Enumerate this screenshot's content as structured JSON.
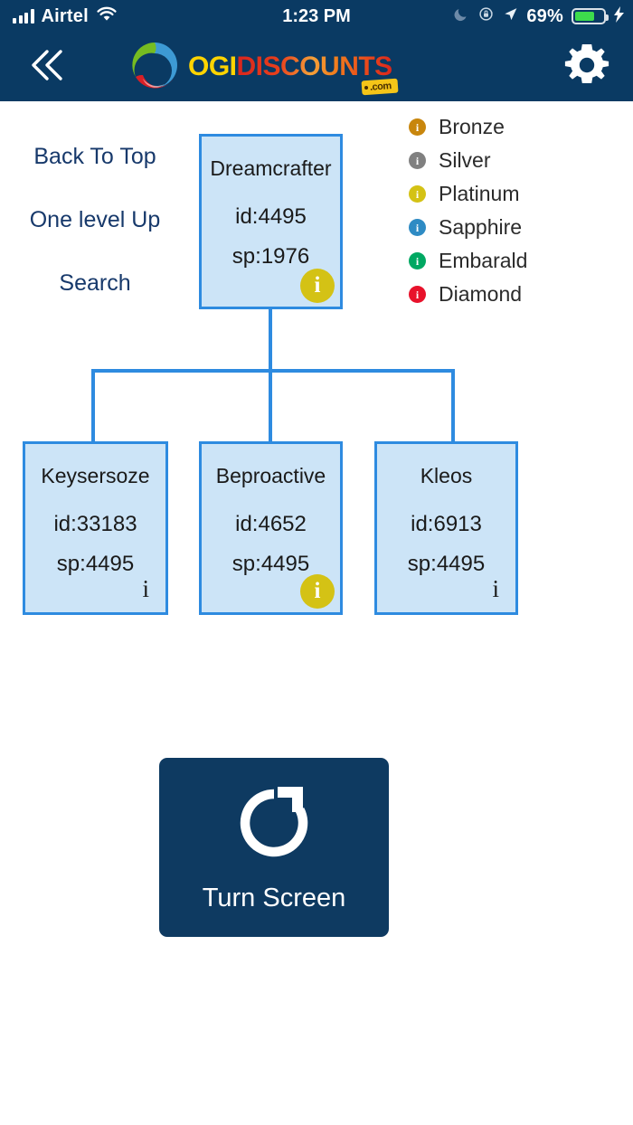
{
  "statusbar": {
    "carrier": "Airtel",
    "time": "1:23 PM",
    "battery_percent": "69%",
    "battery_level": 69,
    "signal_icon": "cellular-signal-icon",
    "wifi_icon": "wifi-icon",
    "dnd_icon": "moon-do-not-disturb-icon",
    "rotation_lock_icon": "rotation-lock-icon",
    "location_icon": "location-arrow-icon",
    "battery_icon": "battery-icon",
    "charging_icon": "lightning-bolt-icon"
  },
  "header": {
    "back_icon": "double-chevron-left-icon",
    "settings_icon": "gear-icon",
    "logo_icon": "ogi-swirl-logo-icon",
    "logo_part1": "OGI",
    "logo_part2": "DISCOUNTS",
    "logo_tag": ".com",
    "background_color": "#0a3a63"
  },
  "nav": {
    "back_to_top": "Back To Top",
    "one_level_up": "One level Up",
    "search": "Search",
    "link_color": "#17396b"
  },
  "legend": {
    "items": [
      {
        "label": "Bronze",
        "color": "#c8860d",
        "icon": "info-badge-icon"
      },
      {
        "label": "Silver",
        "color": "#808080",
        "icon": "info-badge-icon"
      },
      {
        "label": "Platinum",
        "color": "#d4c215",
        "icon": "info-badge-icon"
      },
      {
        "label": "Sapphire",
        "color": "#2e8bc4",
        "icon": "info-badge-icon"
      },
      {
        "label": "Embarald",
        "color": "#00a862",
        "icon": "info-badge-icon"
      },
      {
        "label": "Diamond",
        "color": "#e8122b",
        "icon": "info-badge-icon"
      }
    ]
  },
  "tree": {
    "node_fill": "#cce4f7",
    "node_border": "#2e8be0",
    "root": {
      "name": "Dreamcrafter",
      "id": "id:4495",
      "sp": "sp:1976",
      "badge": "i",
      "badge_color": "#d4c215",
      "badge_rank": "Platinum"
    },
    "children": [
      {
        "name": "Keysersoze",
        "id": "id:33183",
        "sp": "sp:4495",
        "badge": "i",
        "badge_color": "",
        "badge_rank": "none"
      },
      {
        "name": "Beproactive",
        "id": "id:4652",
        "sp": "sp:4495",
        "badge": "i",
        "badge_color": "#d4c215",
        "badge_rank": "Platinum"
      },
      {
        "name": "Kleos",
        "id": "id:6913",
        "sp": "sp:4495",
        "badge": "i",
        "badge_color": "",
        "badge_rank": "none"
      }
    ]
  },
  "turn_screen": {
    "label": "Turn Screen",
    "icon": "rotate-refresh-icon",
    "background_color": "#0e3a61"
  }
}
